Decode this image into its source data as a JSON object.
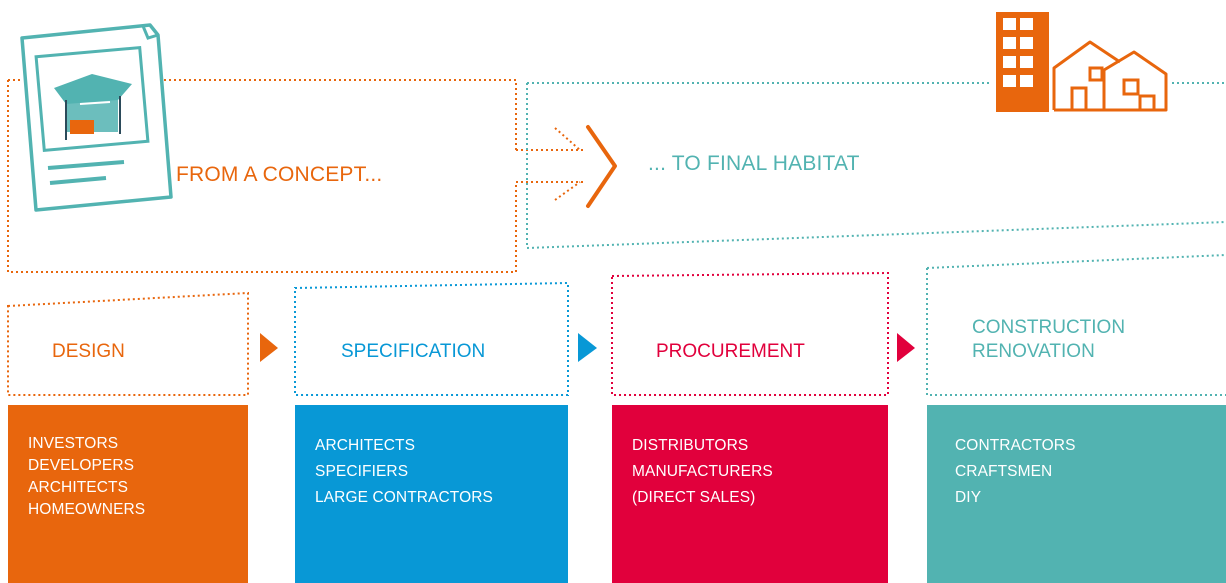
{
  "colors": {
    "orange": "#e8660d",
    "blue": "#0898d6",
    "red": "#e1003c",
    "teal": "#52b3b1"
  },
  "icons": [
    "document-house-icon",
    "buildings-icon",
    "chevron-right-icon"
  ],
  "headline": {
    "from": "FROM A CONCEPT...",
    "to": "... TO FINAL HABITAT"
  },
  "stages": [
    {
      "label": "DESIGN",
      "actors": [
        "INVESTORS",
        "DEVELOPERS",
        "ARCHITECTS",
        "HOMEOWNERS"
      ]
    },
    {
      "label": "SPECIFICATION",
      "actors": [
        "ARCHITECTS",
        "SPECIFIERS",
        "LARGE CONTRACTORS"
      ]
    },
    {
      "label": "PROCUREMENT",
      "actors": [
        "DISTRIBUTORS",
        "MANUFACTURERS",
        "(DIRECT SALES)"
      ]
    },
    {
      "label_lines": [
        "CONSTRUCTION",
        "RENOVATION"
      ],
      "actors": [
        "CONTRACTORS",
        "CRAFTSMEN",
        "DIY"
      ]
    }
  ]
}
